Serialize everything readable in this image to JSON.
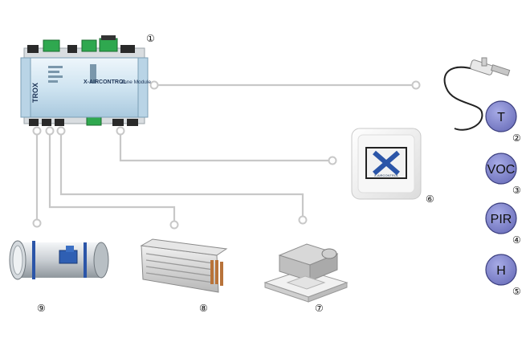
{
  "colors": {
    "connector": "#c8c8c8",
    "sensor_fill": "#8589cf",
    "module_body": "#cfe4f1",
    "connector_green": "#2fa84f"
  },
  "controller": {
    "brand": "TROX",
    "logo_text": "X-AIRCONTROL",
    "product": "Zone Module"
  },
  "thermostat_logo": "X-AIRCONTROL",
  "sensors": [
    {
      "label": "T",
      "number": "②"
    },
    {
      "label": "VOC",
      "number": "③"
    },
    {
      "label": "PIR",
      "number": "④"
    },
    {
      "label": "H",
      "number": "⑤"
    }
  ],
  "numbers": {
    "controller": "①",
    "thermostat": "⑥",
    "diffuser": "⑦",
    "heater": "⑧",
    "damper": "⑨"
  },
  "icons": {
    "sensor_probe": "temperature-probe-icon",
    "thermostat": "room-control-panel-icon",
    "diffuser": "ceiling-diffuser-icon",
    "heater": "duct-heater-icon",
    "damper": "round-damper-icon"
  }
}
